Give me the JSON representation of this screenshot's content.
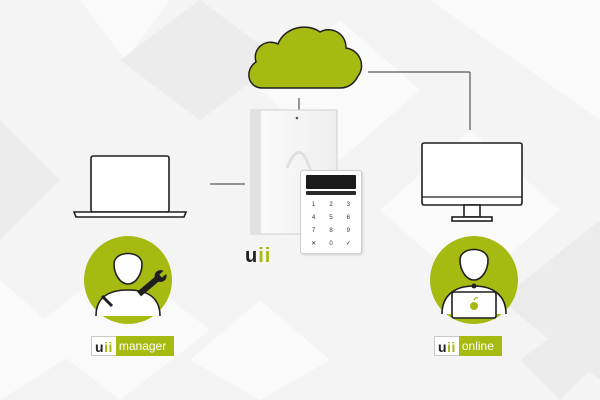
{
  "colors": {
    "accent": "#a6ba12",
    "background": "#f4f4f4",
    "outline": "#1f1f1f"
  },
  "center_logo": {
    "prefix": "u",
    "accent": "ii"
  },
  "keypad": {
    "keys": [
      "1",
      "2",
      "3",
      "4",
      "5",
      "6",
      "7",
      "8",
      "9",
      "✕",
      "0",
      "✓"
    ]
  },
  "badges": {
    "manager": {
      "prefix": "u",
      "accent": "ii",
      "label": "manager"
    },
    "online": {
      "prefix": "u",
      "accent": "ii",
      "label": "online"
    }
  },
  "icons": [
    "cloud-icon",
    "laptop-icon",
    "monitor-icon",
    "installer-person-icon",
    "online-user-person-icon",
    "wrench-icon",
    "apple-logo-icon"
  ]
}
